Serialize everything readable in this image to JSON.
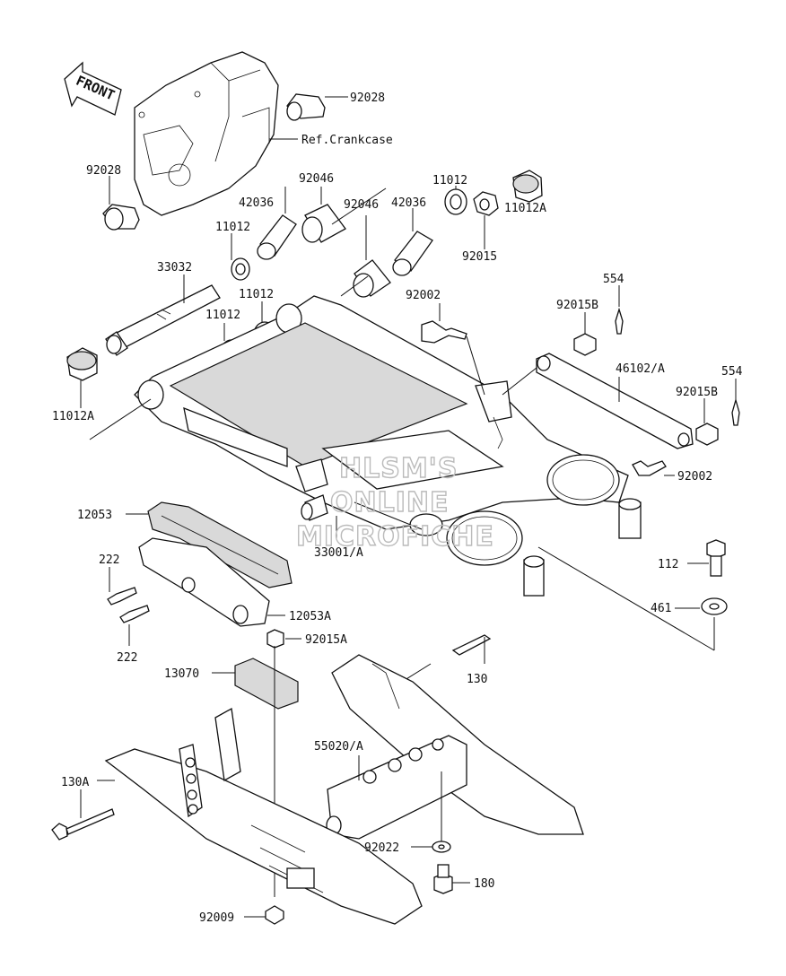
{
  "front_label": "FRONT",
  "ref_label": "Ref.Crankcase",
  "watermark": [
    "HLSM'S",
    "ONLINE",
    "MICROFICHE"
  ],
  "parts": [
    {
      "id": "p1",
      "label": "92028"
    },
    {
      "id": "p2",
      "label": "92028"
    },
    {
      "id": "p3",
      "label": "92046"
    },
    {
      "id": "p4",
      "label": "42036"
    },
    {
      "id": "p5",
      "label": "42036"
    },
    {
      "id": "p6",
      "label": "11012"
    },
    {
      "id": "p7",
      "label": "11012"
    },
    {
      "id": "p8",
      "label": "11012A"
    },
    {
      "id": "p9",
      "label": "92046"
    },
    {
      "id": "p10",
      "label": "92015"
    },
    {
      "id": "p11",
      "label": "33032"
    },
    {
      "id": "p12",
      "label": "11012"
    },
    {
      "id": "p13",
      "label": "11012"
    },
    {
      "id": "p14",
      "label": "92002"
    },
    {
      "id": "p15",
      "label": "554"
    },
    {
      "id": "p16",
      "label": "92015B"
    },
    {
      "id": "p17",
      "label": "46102/A"
    },
    {
      "id": "p18",
      "label": "554"
    },
    {
      "id": "p19",
      "label": "92015B"
    },
    {
      "id": "p20",
      "label": "11012A"
    },
    {
      "id": "p21",
      "label": "92002"
    },
    {
      "id": "p22",
      "label": "12053"
    },
    {
      "id": "p23",
      "label": "33001/A"
    },
    {
      "id": "p24",
      "label": "222"
    },
    {
      "id": "p25",
      "label": "112"
    },
    {
      "id": "p26",
      "label": "461"
    },
    {
      "id": "p27",
      "label": "12053A"
    },
    {
      "id": "p28",
      "label": "222"
    },
    {
      "id": "p29",
      "label": "92015A"
    },
    {
      "id": "p30",
      "label": "13070"
    },
    {
      "id": "p31",
      "label": "130"
    },
    {
      "id": "p32",
      "label": "55020/A"
    },
    {
      "id": "p33",
      "label": "130A"
    },
    {
      "id": "p34",
      "label": "92022"
    },
    {
      "id": "p35",
      "label": "180"
    },
    {
      "id": "p36",
      "label": "92009"
    }
  ]
}
